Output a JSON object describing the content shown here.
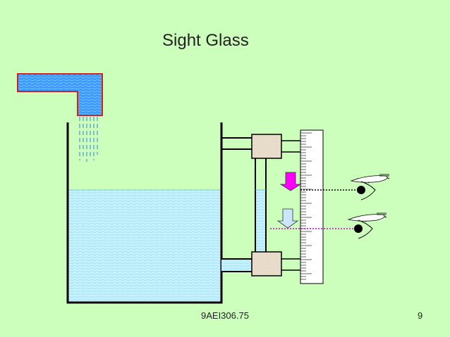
{
  "slide": {
    "title": "Sight Glass",
    "footer_code": "9AEI306.75",
    "page_number": "9"
  },
  "colors": {
    "background": "#ccffbb",
    "water": "#bfefff",
    "inlet_water": "#3399ff",
    "inlet_border": "#cc2222",
    "valve": "#e6d9c3",
    "scale": "#ffffff",
    "correct_arrow": "#ff00ff",
    "wrong_arrow": "#cce6ff",
    "sight_line_correct": "#000000",
    "sight_line_wrong": "#cc00cc"
  },
  "icons": [
    "eye-icon",
    "eye-icon",
    "down-arrow-icon",
    "down-arrow-icon"
  ]
}
